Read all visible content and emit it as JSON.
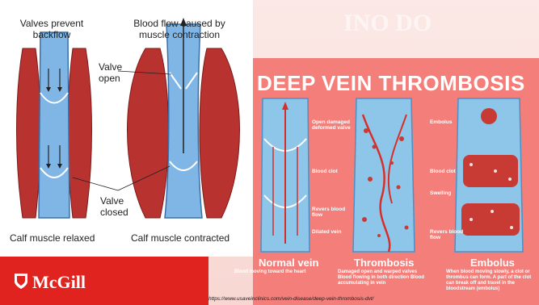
{
  "left_diagram": {
    "label_valves_prevent": "Valves prevent backflow",
    "label_blood_flow": "Blood flow caused by muscle contraction",
    "label_valve_open": "Valve open",
    "label_valve_closed": "Valve closed",
    "caption_relaxed": "Calf muscle relaxed",
    "caption_contracted": "Calf muscle contracted"
  },
  "right_diagram": {
    "title": "DEEP VEIN THROMBOSIS",
    "watermark": "INO DO",
    "labels": {
      "open_damaged": "Open damaged deformed valve",
      "blood_clot_1": "Blood clot",
      "revers_blood_flow": "Revers blood flow",
      "dilated_vein": "Dilated vein",
      "embolus_label": "Embolus",
      "blood_clot_2": "Blood clot",
      "swelling": "Swelling",
      "revers_blood_flow_2": "Revers blood flow"
    },
    "columns": [
      {
        "title": "Normal vein",
        "subtitle": "Blood moving toward the heart"
      },
      {
        "title": "Thrombosis",
        "subtitle": "Damaged open and warped valves Blood flowing in both direction Blood accumulating in vein"
      },
      {
        "title": "Embolus",
        "subtitle": "When blood moving slowly, a clot or thrombus can form. A part of the clot can break off and travel in the bloodstream (embolus)"
      }
    ]
  },
  "footer": {
    "logo_text": "McGill",
    "url": "https://www.usaveinclinics.com/vein-disease/deep-vein-thrombosis-dvt/"
  },
  "colors": {
    "mcgill_red": "#e1231f",
    "dvt_pink": "#f47e79",
    "vein_blue": "#7fb6e6",
    "muscle_red": "#b8322f"
  }
}
